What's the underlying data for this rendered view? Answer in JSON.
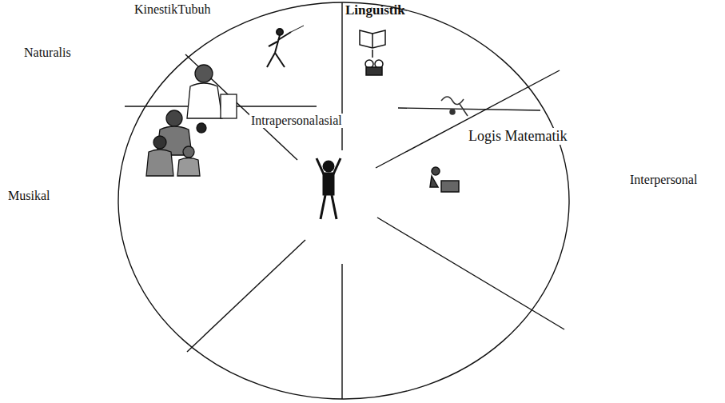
{
  "diagram": {
    "labels": [
      "KinestikTubuh",
      "Linguistik",
      "Naturalis",
      "Intrapersonalasial",
      "Logis Matematik",
      "Musikal",
      "Interpersonal"
    ]
  }
}
